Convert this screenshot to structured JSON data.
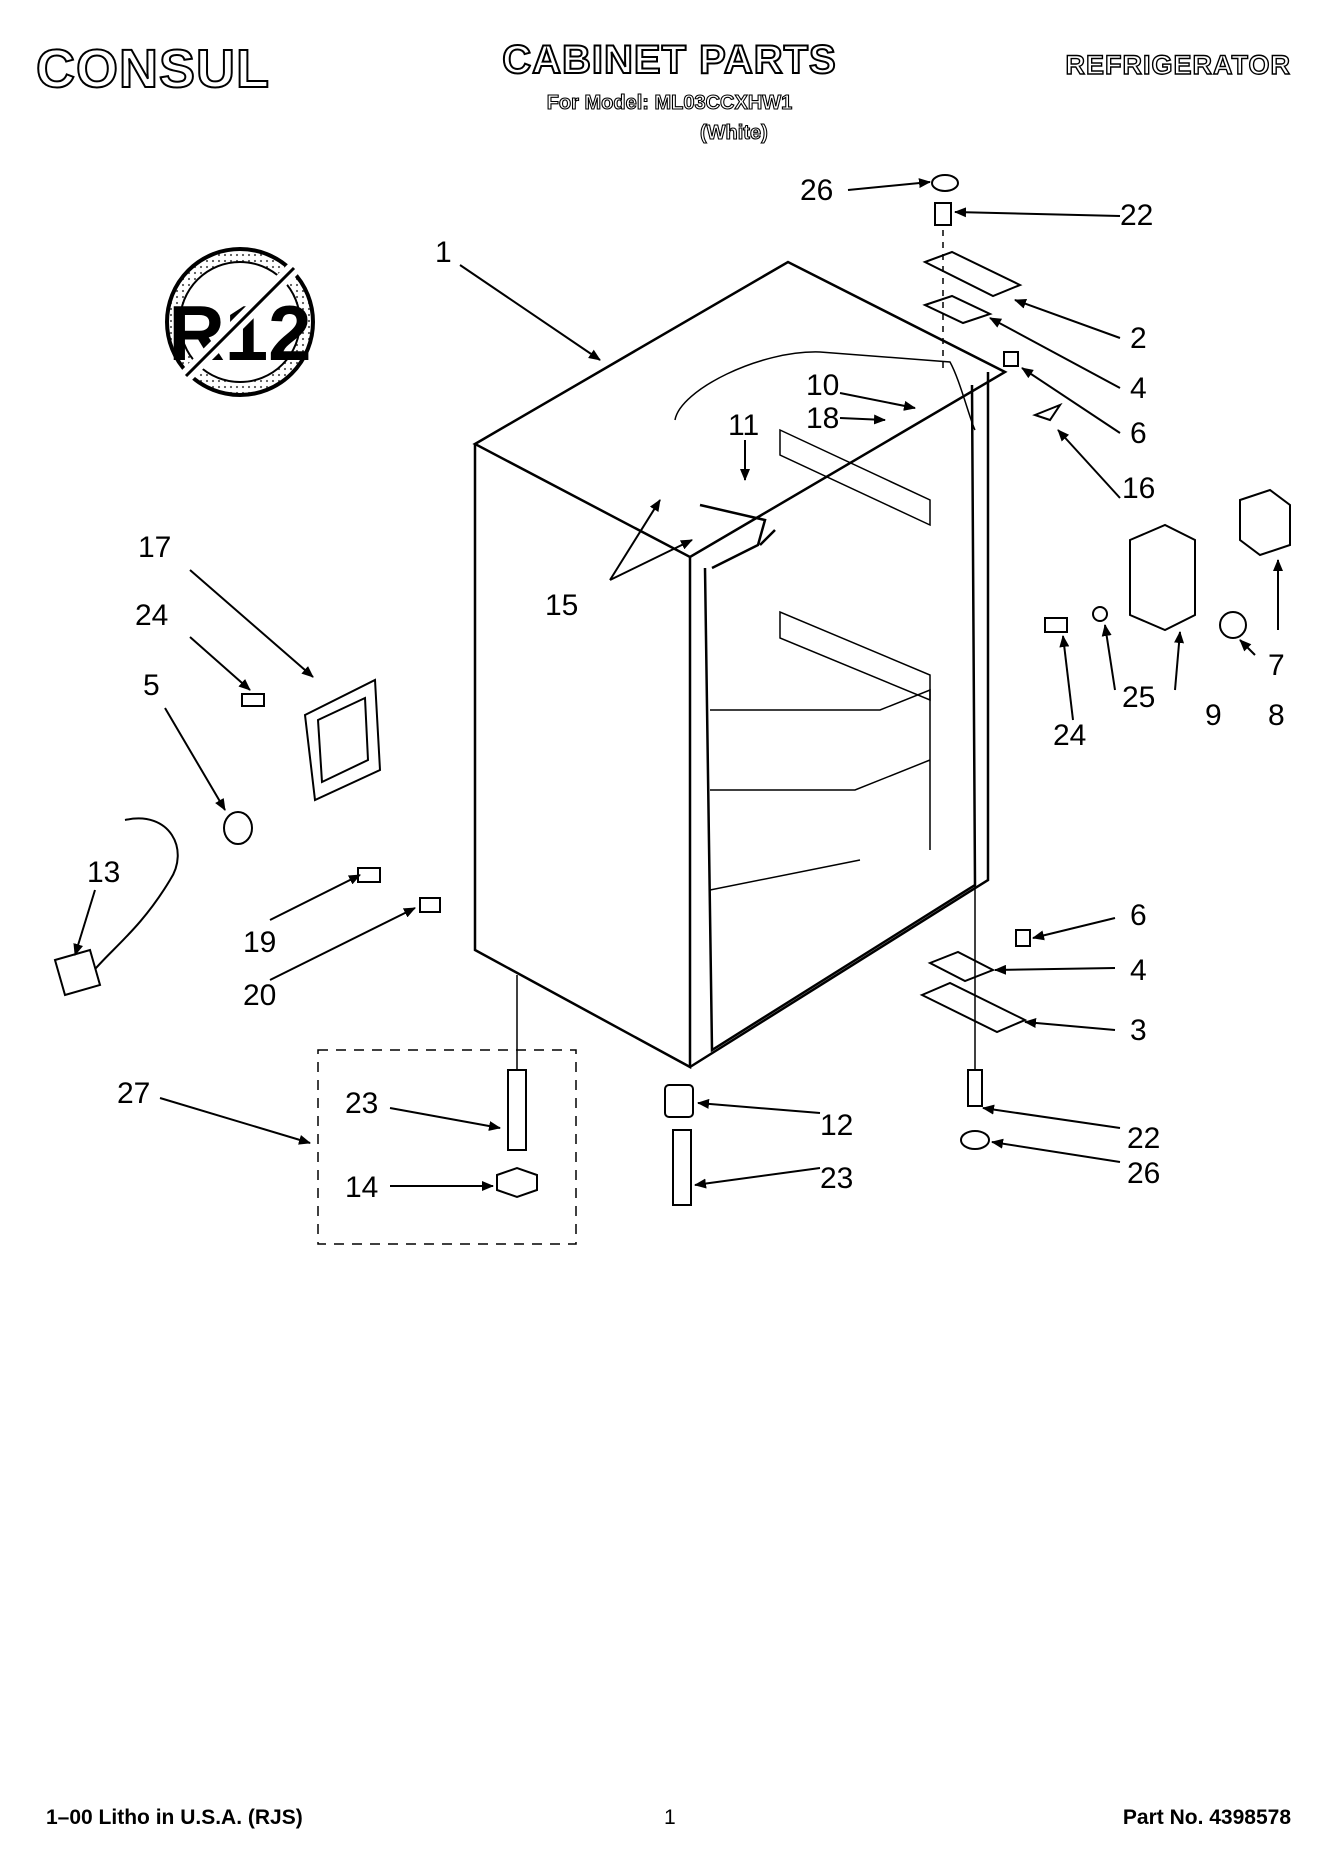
{
  "header": {
    "brand": "CONSUL",
    "title": "CABINET PARTS",
    "model_line": "For Model: ML03CCXHW1",
    "color_line": "(White)",
    "product": "REFRIGERATOR"
  },
  "badge": {
    "text": "R12",
    "icon": "no-r12-symbol-icon"
  },
  "callouts": {
    "c1": "1",
    "c2": "2",
    "c3": "3",
    "c4a": "4",
    "c4b": "4",
    "c5": "5",
    "c6a": "6",
    "c6b": "6",
    "c7": "7",
    "c8": "8",
    "c9": "9",
    "c10": "10",
    "c11": "11",
    "c12": "12",
    "c13": "13",
    "c14": "14",
    "c15": "15",
    "c16": "16",
    "c17": "17",
    "c18": "18",
    "c19": "19",
    "c20": "20",
    "c22a": "22",
    "c22b": "22",
    "c23a": "23",
    "c23b": "23",
    "c24a": "24",
    "c24b": "24",
    "c25": "25",
    "c26a": "26",
    "c26b": "26",
    "c27": "27"
  },
  "footer": {
    "left": "1–00 Litho in U.S.A. (RJS)",
    "page": "1",
    "part": "Part No. 4398578"
  }
}
